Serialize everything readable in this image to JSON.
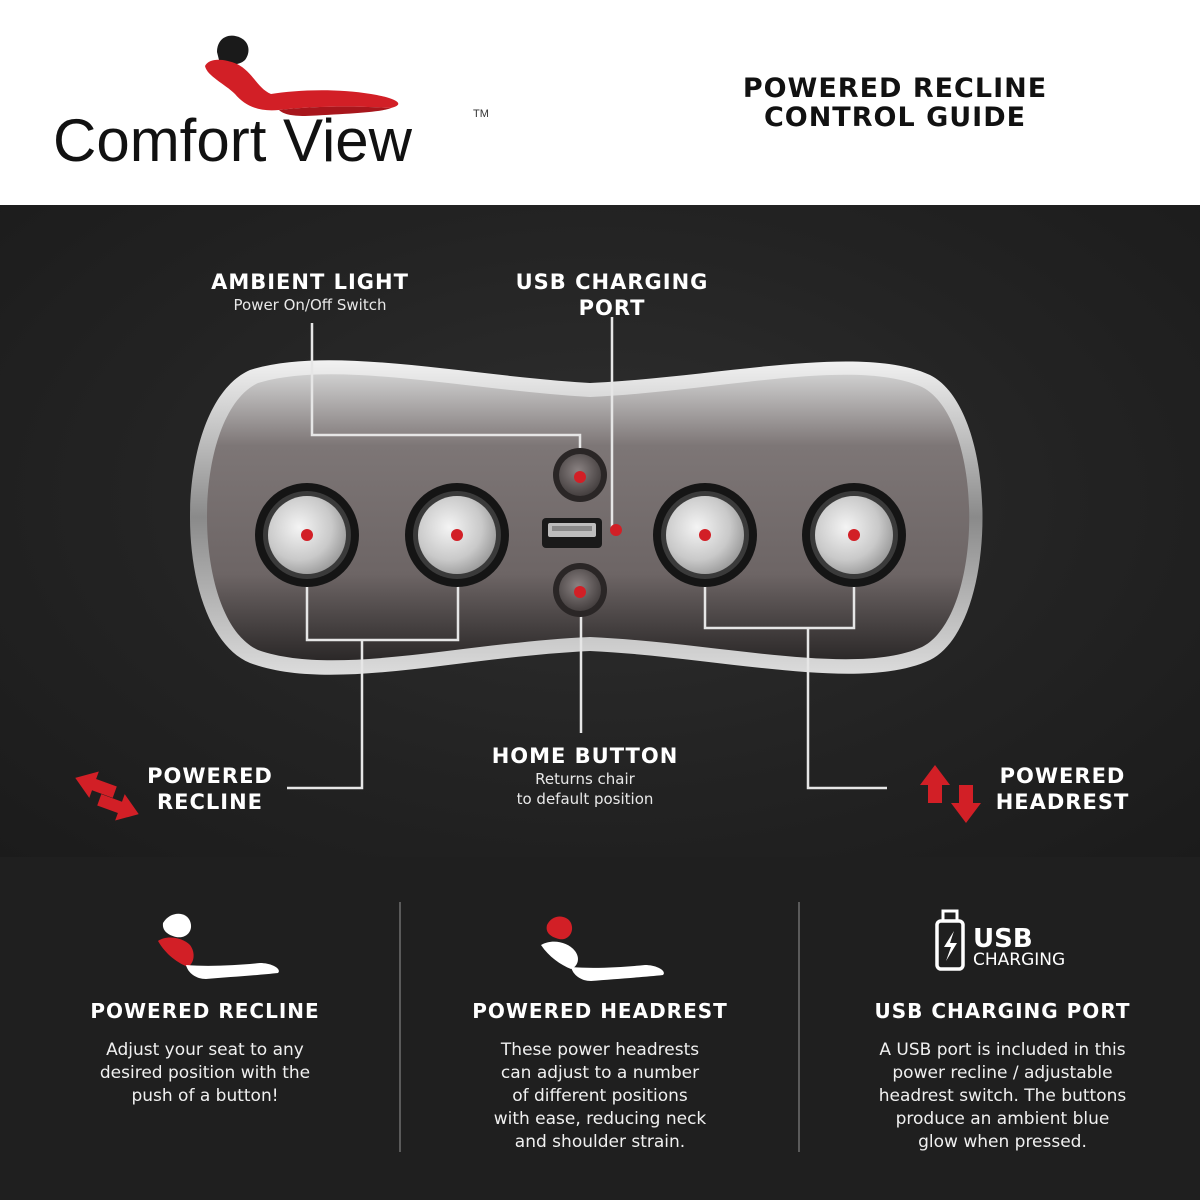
{
  "header": {
    "brand": "Comfort View",
    "trademark": "TM",
    "guide_title_line1": "POWERED RECLINE",
    "guide_title_line2": "CONTROL GUIDE"
  },
  "callouts": {
    "ambient_light": {
      "title": "AMBIENT LIGHT",
      "subtitle": "Power On/Off Switch"
    },
    "usb_port": {
      "title_line1": "USB CHARGING",
      "title_line2": "PORT"
    },
    "home_button": {
      "title": "HOME BUTTON",
      "subtitle_line1": "Returns chair",
      "subtitle_line2": "to default position"
    },
    "powered_recline": {
      "title_line1": "POWERED",
      "title_line2": "RECLINE"
    },
    "powered_headrest": {
      "title_line1": "POWERED",
      "title_line2": "HEADREST"
    }
  },
  "features": [
    {
      "icon": "recline-chair-icon",
      "title": "POWERED RECLINE",
      "description": "Adjust your seat to any\ndesired position with the\npush of a button!"
    },
    {
      "icon": "headrest-chair-icon",
      "title": "POWERED HEADREST",
      "description": "These power headrests\ncan adjust to a number\nof different positions\nwith ease, reducing neck\nand shoulder strain."
    },
    {
      "icon": "usb-charging-icon",
      "title": "USB CHARGING PORT",
      "icon_text_line1": "USB",
      "icon_text_line2": "CHARGING",
      "description": "A USB port is included in this\npower recline / adjustable\nheadrest switch. The buttons\nproduce an ambient blue\nglow when pressed."
    }
  ],
  "colors": {
    "accent_red": "#d21f26",
    "panel_dark": "#232323",
    "feature_bg": "#1f1f1f",
    "text_light": "#ffffff"
  }
}
